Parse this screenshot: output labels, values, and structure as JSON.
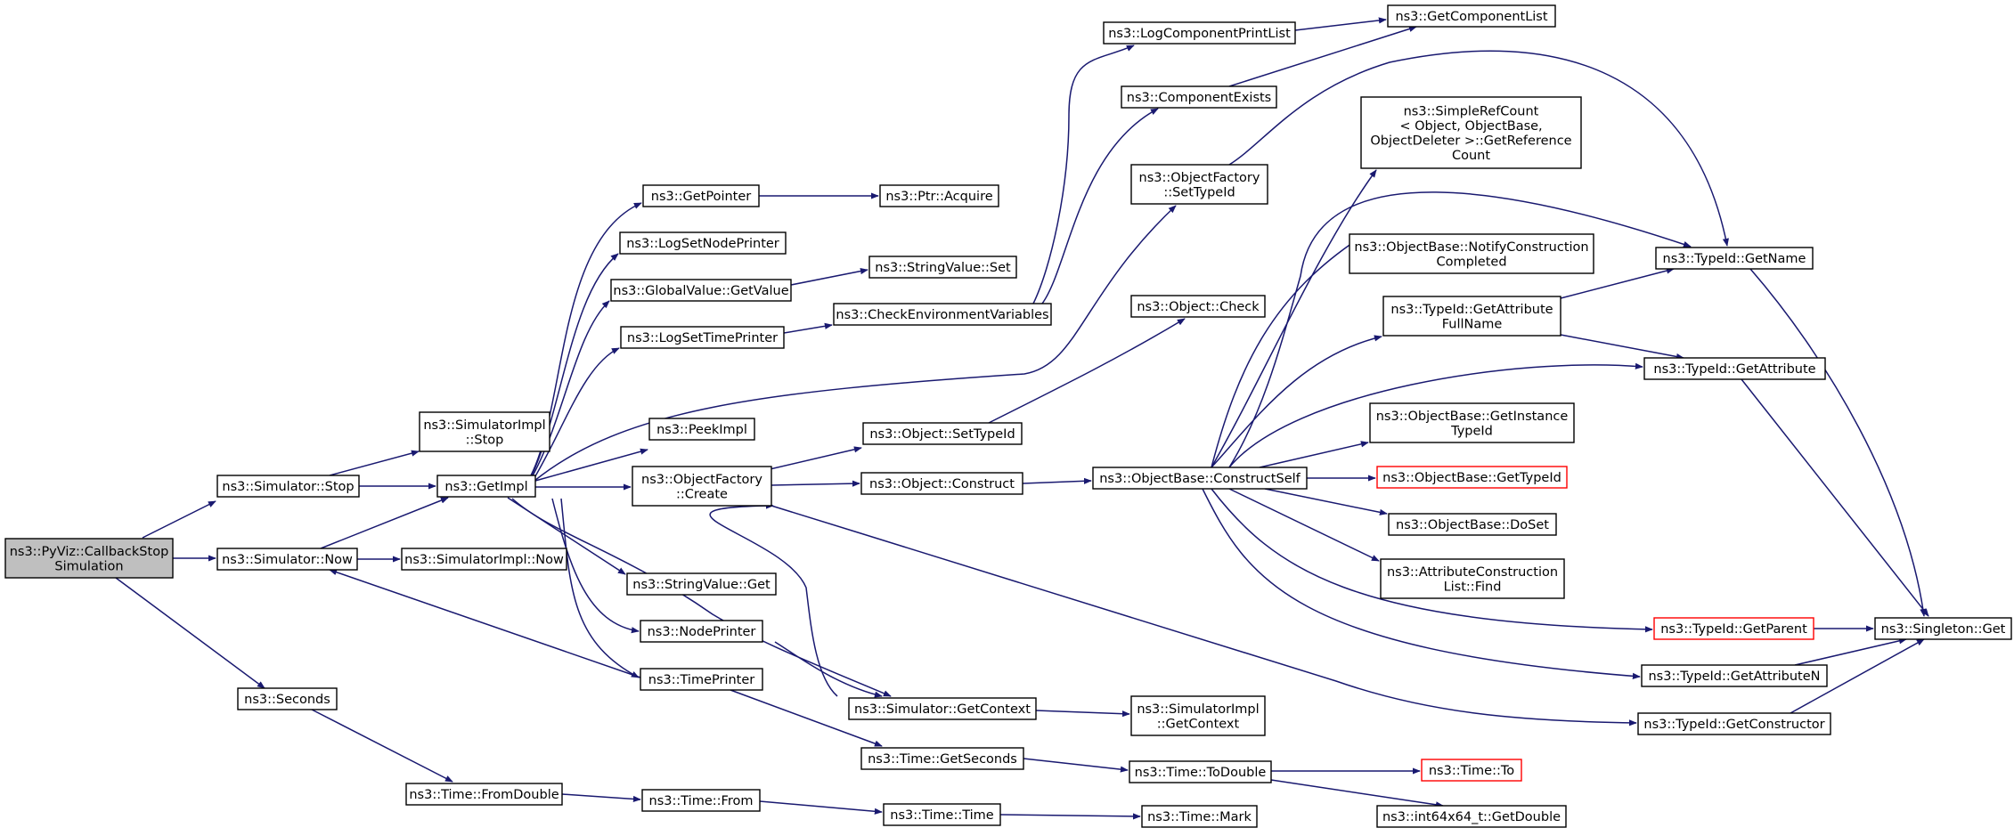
{
  "colors": {
    "edge": "#191970",
    "root_fill": "#bfbfbf",
    "node_fill": "#ffffff",
    "node_border": "#000000",
    "incomplete_border": "#ff0000"
  },
  "nodes": {
    "root": {
      "lines": [
        "ns3::PyViz::CallbackStop",
        "Simulation"
      ]
    },
    "sim_stop": {
      "lines": [
        "ns3::Simulator::Stop"
      ]
    },
    "sim_now": {
      "lines": [
        "ns3::Simulator::Now"
      ]
    },
    "seconds": {
      "lines": [
        "ns3::Seconds"
      ]
    },
    "simimpl_stop": {
      "lines": [
        "ns3::SimulatorImpl",
        "::Stop"
      ]
    },
    "getimpl": {
      "lines": [
        "ns3::GetImpl"
      ]
    },
    "simimpl_now": {
      "lines": [
        "ns3::SimulatorImpl::Now"
      ]
    },
    "time_fromdouble": {
      "lines": [
        "ns3::Time::FromDouble"
      ]
    },
    "getpointer": {
      "lines": [
        "ns3::GetPointer"
      ]
    },
    "logsetnodeprinter": {
      "lines": [
        "ns3::LogSetNodePrinter"
      ]
    },
    "globalvalue_getvalue": {
      "lines": [
        "ns3::GlobalValue::GetValue"
      ]
    },
    "logsettimeprinter": {
      "lines": [
        "ns3::LogSetTimePrinter"
      ]
    },
    "peekimpl": {
      "lines": [
        "ns3::PeekImpl"
      ]
    },
    "objectfactory_create": {
      "lines": [
        "ns3::ObjectFactory",
        "::Create"
      ]
    },
    "stringvalue_get": {
      "lines": [
        "ns3::StringValue::Get"
      ]
    },
    "nodeprinter": {
      "lines": [
        "ns3::NodePrinter"
      ]
    },
    "timeprinter": {
      "lines": [
        "ns3::TimePrinter"
      ]
    },
    "time_from": {
      "lines": [
        "ns3::Time::From"
      ]
    },
    "ptr_acquire": {
      "lines": [
        "ns3::Ptr::Acquire"
      ]
    },
    "stringvalue_set": {
      "lines": [
        "ns3::StringValue::Set"
      ]
    },
    "checkenv": {
      "lines": [
        "ns3::CheckEnvironmentVariables"
      ]
    },
    "object_settypeid": {
      "lines": [
        "ns3::Object::SetTypeId"
      ]
    },
    "object_construct": {
      "lines": [
        "ns3::Object::Construct"
      ]
    },
    "sim_getcontext": {
      "lines": [
        "ns3::Simulator::GetContext"
      ]
    },
    "time_getseconds": {
      "lines": [
        "ns3::Time::GetSeconds"
      ]
    },
    "time_time": {
      "lines": [
        "ns3::Time::Time"
      ]
    },
    "logcomponentprintlist": {
      "lines": [
        "ns3::LogComponentPrintList"
      ]
    },
    "componentexists": {
      "lines": [
        "ns3::ComponentExists"
      ]
    },
    "objectfactory_settypeid": {
      "lines": [
        "ns3::ObjectFactory",
        "::SetTypeId"
      ]
    },
    "object_check": {
      "lines": [
        "ns3::Object::Check"
      ]
    },
    "objectbase_constructself": {
      "lines": [
        "ns3::ObjectBase::ConstructSelf"
      ]
    },
    "simimpl_getcontext": {
      "lines": [
        "ns3::SimulatorImpl",
        "::GetContext"
      ]
    },
    "time_todouble": {
      "lines": [
        "ns3::Time::ToDouble"
      ]
    },
    "time_mark": {
      "lines": [
        "ns3::Time::Mark"
      ]
    },
    "getcomponentlist": {
      "lines": [
        "ns3::GetComponentList"
      ]
    },
    "simplerefcount": {
      "lines": [
        "ns3::SimpleRefCount",
        "< Object, ObjectBase,",
        "ObjectDeleter >::GetReference",
        "Count"
      ]
    },
    "objectbase_notify": {
      "lines": [
        "ns3::ObjectBase::NotifyConstruction",
        "Completed"
      ]
    },
    "typeid_getattrfullname": {
      "lines": [
        "ns3::TypeId::GetAttribute",
        "FullName"
      ]
    },
    "objectbase_getinstancetypeid": {
      "lines": [
        "ns3::ObjectBase::GetInstance",
        "TypeId"
      ]
    },
    "objectbase_gettypeid": {
      "lines": [
        "ns3::ObjectBase::GetTypeId"
      ]
    },
    "objectbase_doset": {
      "lines": [
        "ns3::ObjectBase::DoSet"
      ]
    },
    "attrconstructionlist_find": {
      "lines": [
        "ns3::AttributeConstruction",
        "List::Find"
      ]
    },
    "time_to": {
      "lines": [
        "ns3::Time::To"
      ]
    },
    "int64x64_getdouble": {
      "lines": [
        "ns3::int64x64_t::GetDouble"
      ]
    },
    "typeid_getname": {
      "lines": [
        "ns3::TypeId::GetName"
      ]
    },
    "typeid_getattribute": {
      "lines": [
        "ns3::TypeId::GetAttribute"
      ]
    },
    "typeid_getparent": {
      "lines": [
        "ns3::TypeId::GetParent"
      ]
    },
    "typeid_getattributen": {
      "lines": [
        "ns3::TypeId::GetAttributeN"
      ]
    },
    "typeid_getconstructor": {
      "lines": [
        "ns3::TypeId::GetConstructor"
      ]
    },
    "singleton_get": {
      "lines": [
        "ns3::Singleton::Get"
      ]
    }
  }
}
